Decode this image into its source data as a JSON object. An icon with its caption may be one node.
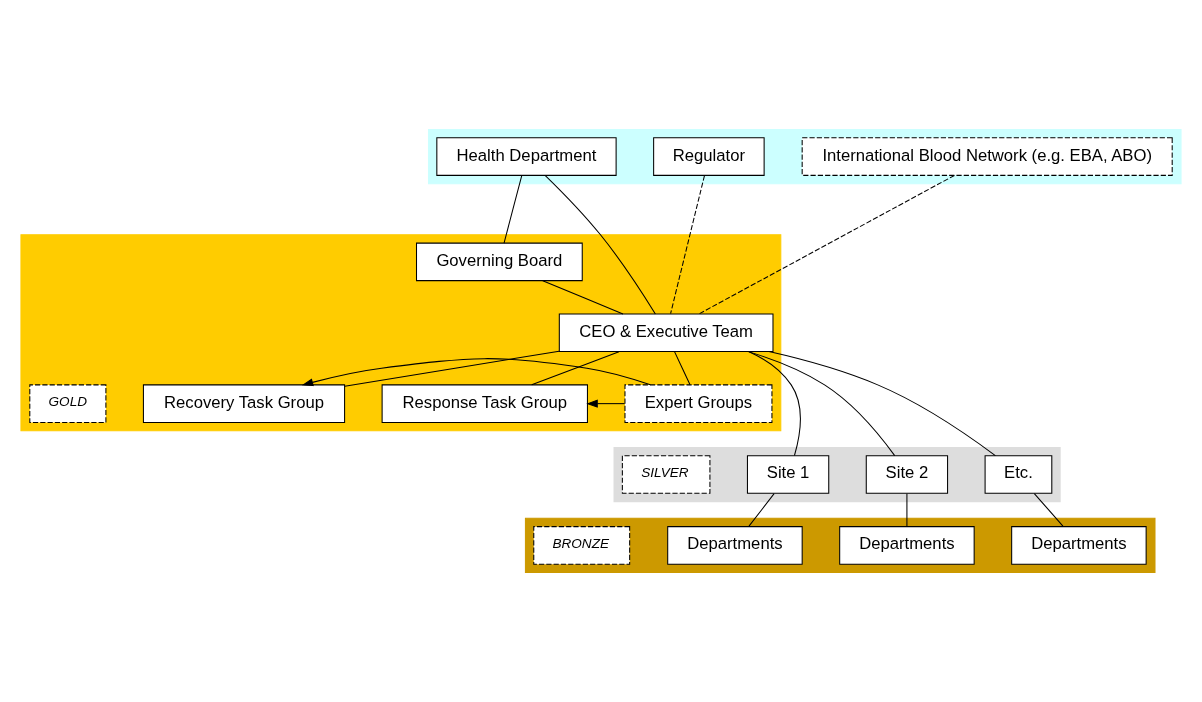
{
  "diagram": {
    "nodes": [
      {
        "text": [],
        "shape": "band"
      },
      {
        "text": [
          "Health Department"
        ],
        "in": 0
      },
      {
        "text": [
          "Regulator"
        ],
        "in": 0
      },
      {
        "text": [
          "International Blood Network (e.g. EBA, ABO)"
        ],
        "in": 0
      },
      {
        "text": [],
        "shape": "band"
      },
      {
        "text": [
          "Governing Board"
        ],
        "in": 4
      },
      {
        "text": [
          "CEO & Executive Team"
        ],
        "in": 4
      },
      {
        "text": [
          "Recovery Task Group"
        ],
        "in": 4
      },
      {
        "text": [
          "Response Task Group"
        ],
        "in": 4
      },
      {
        "text": [
          "Expert Groups"
        ],
        "in": 4
      },
      {
        "text": [
          "GOLD"
        ],
        "in": 4
      },
      {
        "text": [],
        "shape": "band"
      },
      {
        "text": [
          "Site 1"
        ],
        "in": 11
      },
      {
        "text": [
          "Site 2"
        ],
        "in": 11
      },
      {
        "text": [
          "Etc."
        ],
        "in": 11
      },
      {
        "text": [
          "SILVER"
        ],
        "in": 11
      },
      {
        "text": [],
        "shape": "band"
      },
      {
        "text": [
          "Departments"
        ],
        "in": 16
      },
      {
        "text": [
          "Departments"
        ],
        "in": 16
      },
      {
        "text": [
          "Departments"
        ],
        "in": 16
      },
      {
        "text": [
          "BRONZE"
        ],
        "in": 16
      }
    ],
    "edges": [
      {
        "from": 1,
        "to": 5,
        "arrow": "none"
      },
      {
        "from": 1,
        "to": 6,
        "arrow": "none"
      },
      {
        "from": 5,
        "to": 6,
        "arrow": "none"
      },
      {
        "from": 2,
        "to": 6,
        "arrow": "none",
        "style": "dashed"
      },
      {
        "from": 3,
        "to": 6,
        "arrow": "none",
        "style": "dashed"
      },
      {
        "from": 6,
        "to": 9,
        "arrow": "none"
      },
      {
        "from": 6,
        "to": 7,
        "arrow": "none"
      },
      {
        "from": 6,
        "to": 8,
        "arrow": "none"
      },
      {
        "from": 9,
        "to": 7,
        "arrow": "to"
      },
      {
        "from": 9,
        "to": 8,
        "arrow": "to"
      },
      {
        "from": 6,
        "to": 12,
        "arrow": "none"
      },
      {
        "from": 6,
        "to": 13,
        "arrow": "none"
      },
      {
        "from": 6,
        "to": 14,
        "arrow": "none"
      },
      {
        "from": 12,
        "to": 17,
        "arrow": "none"
      },
      {
        "from": 13,
        "to": 18,
        "arrow": "none"
      },
      {
        "from": 14,
        "to": 19,
        "arrow": "none"
      }
    ]
  }
}
